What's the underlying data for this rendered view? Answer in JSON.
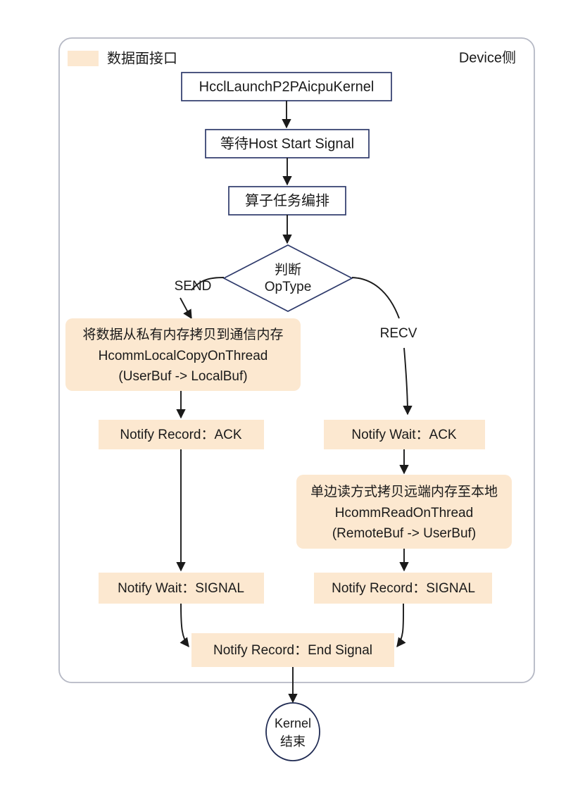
{
  "diagram": {
    "title_right": "Device侧",
    "legend": {
      "swatch_color": "#fce8d0",
      "label": "数据面接口"
    },
    "container": {
      "border_color": "#b5b8c4"
    },
    "colors": {
      "process_border": "#2e3a6b",
      "highlight_fill": "#fce8d0",
      "edge": "#1a1a1a",
      "terminator_border": "#1f2a52"
    },
    "nodes": [
      {
        "id": "launch",
        "kind": "process-outline",
        "lines": [
          "HcclLaunchP2PAicpuKernel"
        ]
      },
      {
        "id": "wait-host-start",
        "kind": "process-outline",
        "lines": [
          "等待Host Start Signal"
        ]
      },
      {
        "id": "task-schedule",
        "kind": "process-outline",
        "lines": [
          "算子任务编排"
        ]
      },
      {
        "id": "decide-optype",
        "kind": "decision",
        "lines": [
          "判断",
          "OpType"
        ]
      },
      {
        "id": "local-copy",
        "kind": "highlight-round",
        "lines": [
          "将数据从私有内存拷贝到通信内存",
          "HcommLocalCopyOnThread",
          "(UserBuf -> LocalBuf)"
        ]
      },
      {
        "id": "notify-record-ack",
        "kind": "highlight",
        "lines": [
          "Notify Record：ACK"
        ]
      },
      {
        "id": "notify-wait-ack",
        "kind": "highlight",
        "lines": [
          "Notify Wait：ACK"
        ]
      },
      {
        "id": "remote-read",
        "kind": "highlight-round",
        "lines": [
          "单边读方式拷贝远端内存至本地",
          "HcommReadOnThread",
          "(RemoteBuf -> UserBuf)"
        ]
      },
      {
        "id": "notify-wait-signal",
        "kind": "highlight",
        "lines": [
          "Notify Wait：SIGNAL"
        ]
      },
      {
        "id": "notify-record-signal",
        "kind": "highlight",
        "lines": [
          "Notify Record：SIGNAL"
        ]
      },
      {
        "id": "notify-record-end",
        "kind": "highlight",
        "lines": [
          "Notify Record：End Signal"
        ]
      },
      {
        "id": "kernel-end",
        "kind": "terminator",
        "lines": [
          "Kernel",
          "结束"
        ]
      }
    ],
    "edge_labels": {
      "send": "SEND",
      "recv": "RECV"
    }
  }
}
